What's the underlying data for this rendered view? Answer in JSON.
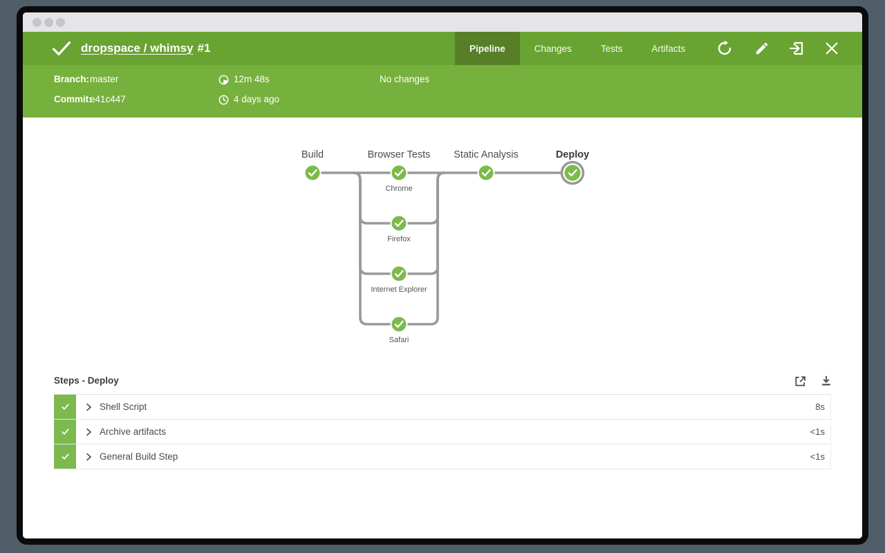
{
  "colors": {
    "appbar_green": "#69a331",
    "meta_green": "#77b13d",
    "active_tab_green": "#577f27",
    "node_green": "#7dba4c",
    "edge_gray": "#9a9998",
    "desktop_bg": "#4f5e69"
  },
  "header": {
    "status_icon": "check-icon",
    "title": "dropspace / whimsy",
    "build_number": "#1",
    "tabs": [
      {
        "label": "Pipeline",
        "active": true
      },
      {
        "label": "Changes",
        "active": false
      },
      {
        "label": "Tests",
        "active": false
      },
      {
        "label": "Artifacts",
        "active": false
      }
    ],
    "actions": [
      {
        "icon": "rerun-icon"
      },
      {
        "icon": "edit-icon"
      },
      {
        "icon": "exit-icon"
      },
      {
        "icon": "close-icon"
      }
    ]
  },
  "meta": {
    "branch_label": "Branch:",
    "branch_value": "master",
    "commit_label": "Commit:",
    "commit_value": "e41c447",
    "duration_icon": "elapsed-time-icon",
    "duration": "12m 48s",
    "age_icon": "clock-icon",
    "age": "4 days ago",
    "changes": "No changes"
  },
  "pipeline": {
    "stages": [
      {
        "label": "Build",
        "status": "success",
        "selected": false
      },
      {
        "label": "Browser Tests",
        "status": "success",
        "selected": false,
        "parallel": [
          "Chrome",
          "Firefox",
          "Internet Explorer",
          "Safari"
        ]
      },
      {
        "label": "Static Analysis",
        "status": "success",
        "selected": false
      },
      {
        "label": "Deploy",
        "status": "success",
        "selected": true
      }
    ]
  },
  "steps": {
    "title": "Steps - Deploy",
    "action_icons": [
      "open-in-new-window-icon",
      "download-log-icon"
    ],
    "rows": [
      {
        "status": "success",
        "label": "Shell Script",
        "duration": "8s"
      },
      {
        "status": "success",
        "label": "Archive artifacts",
        "duration": "<1s"
      },
      {
        "status": "success",
        "label": "General Build Step",
        "duration": "<1s"
      }
    ]
  }
}
